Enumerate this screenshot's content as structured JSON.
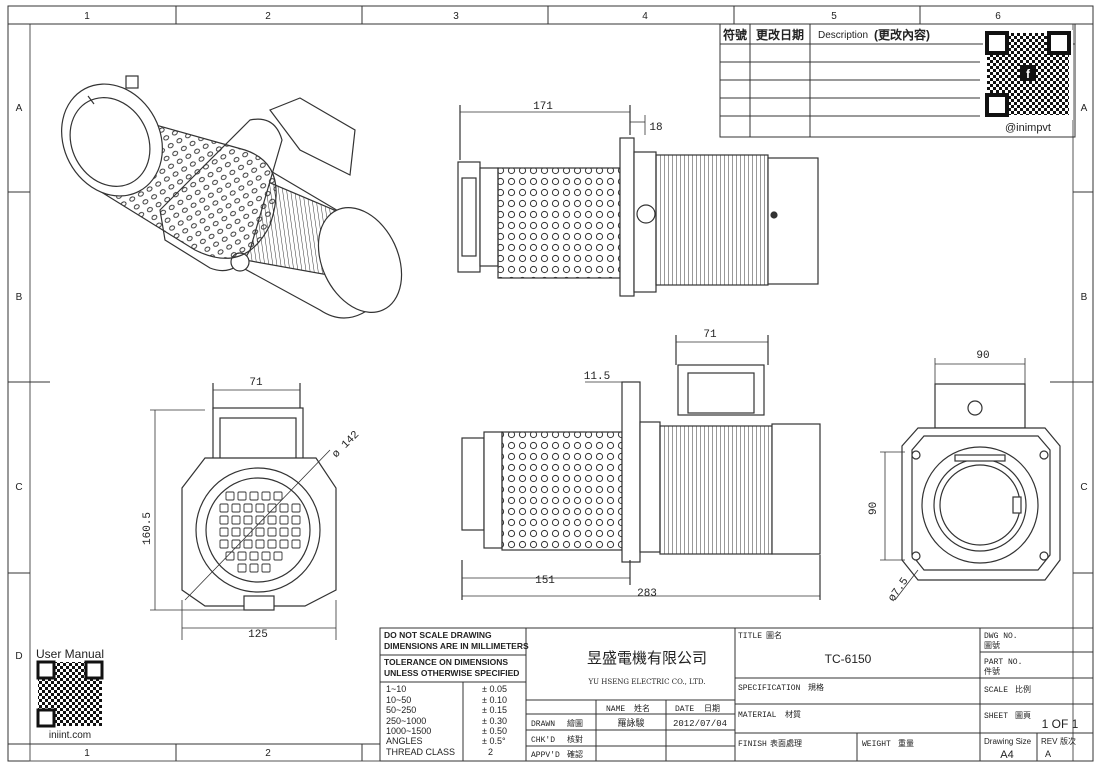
{
  "grid": {
    "cols_top": [
      "1",
      "2",
      "3",
      "4",
      "5",
      "6"
    ],
    "cols_bottom": [
      "1",
      "2"
    ],
    "rows": [
      "A",
      "B",
      "C",
      "D"
    ]
  },
  "revision_table": {
    "col1": "符號",
    "col2": "更改日期",
    "col3": "Description",
    "col3_cn": "(更改內容)"
  },
  "qr_top_label": "@inimpvt",
  "user_manual": {
    "title": "User Manual",
    "url": "iniint.com"
  },
  "dimensions": {
    "top_171": "171",
    "top_18": "18",
    "mid_71": "71",
    "mid_11_5": "11.5",
    "mid_151": "151",
    "mid_283": "283",
    "front_71": "71",
    "front_142": "ø 142",
    "front_160_5": "160.5",
    "front_125": "125",
    "right_90_w": "90",
    "right_90_h": "90",
    "right_7_5": "ø7.5"
  },
  "tolerance": {
    "line1": "DO NOT SCALE DRAWING",
    "line2": "DIMENSIONS ARE IN MILLIMETERS",
    "line3": "TOLERANCE ON DIMENSIONS",
    "line4": "UNLESS OTHERWISE SPECIFIED",
    "rows": [
      {
        "range": "1~10",
        "tol": "± 0.05"
      },
      {
        "range": "10~50",
        "tol": "± 0.10"
      },
      {
        "range": "50~250",
        "tol": "± 0.15"
      },
      {
        "range": "250~1000",
        "tol": "± 0.30"
      },
      {
        "range": "1000~1500",
        "tol": "± 0.50"
      },
      {
        "range": "ANGLES",
        "tol": "± 0.5°"
      },
      {
        "range": "THREAD CLASS",
        "tol": "2"
      }
    ]
  },
  "company": {
    "name_cn": "昱盛電機有限公司",
    "name_en": "YU HSENG ELECTRIC CO., LTD."
  },
  "signoff": {
    "name_header": "NAME",
    "name_header_cn": "姓名",
    "date_header": "DATE",
    "date_header_cn": "日期",
    "drawn": "DRAWN",
    "drawn_cn": "繪圖",
    "drawn_name": "羅詠駿",
    "drawn_date": "2012/07/04",
    "chkd": "CHK'D",
    "chkd_cn": "核對",
    "apprd": "APPV'D",
    "apprd_cn": "確認"
  },
  "title_block": {
    "title_label": "TITLE",
    "title_label_cn": "圖名",
    "title_value": "TC-6150",
    "spec_label": "SPECIFICATION",
    "spec_label_cn": "規格",
    "material_label": "MATERIAL",
    "material_label_cn": "材質",
    "finish_label": "FINISH",
    "finish_label_cn": "表面處理",
    "weight_label": "WEIGHT",
    "weight_label_cn": "重量",
    "dwg_label": "DWG NO.",
    "dwg_label_cn": "圖號",
    "part_label": "PART NO.",
    "part_label_cn": "件號",
    "scale_label": "SCALE",
    "scale_label_cn": "比例",
    "sheet_label": "SHEET",
    "sheet_label_cn": "圖頁",
    "sheet_value": "1 OF 1",
    "size_label": "Drawing Size",
    "size_value": "A4",
    "rev_label": "REV",
    "rev_label_cn": "版次",
    "rev_value": "A"
  }
}
